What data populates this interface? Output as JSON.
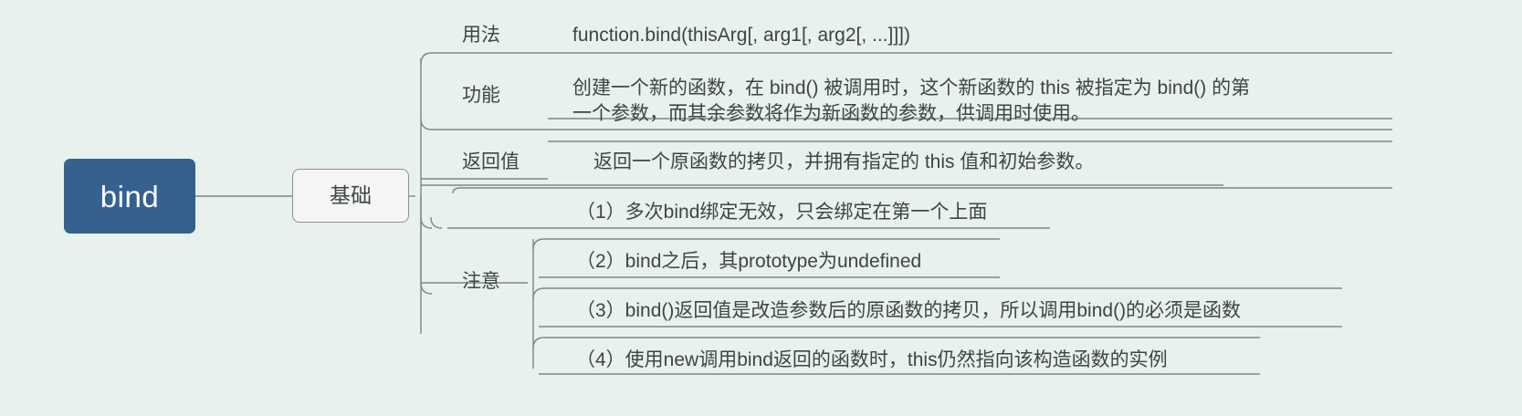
{
  "diagram": {
    "type": "mind-map",
    "background_color": "#e8f1ec",
    "root": {
      "label": "bind",
      "fill_color": "#35618f",
      "text_color": "#ffffff"
    },
    "branch": {
      "label": "基础",
      "fill_color": "#f5f5f4",
      "border_color": "#8b9194"
    },
    "topics": {
      "usage": "用法",
      "functionality": "功能",
      "return_value": "返回值",
      "notice": "注意"
    },
    "content": {
      "usage": "function.bind(thisArg[, arg1[, arg2[, ...]]])",
      "functionality_line1": "创建一个新的函数，在 bind() 被调用时，这个新函数的 this 被指定为 bind() 的第",
      "functionality_line2": "一个参数，而其余参数将作为新函数的参数，供调用时使用。",
      "return_value": "返回一个原函数的拷贝，并拥有指定的 this 值和初始参数。",
      "notices": [
        "（1）多次bind绑定无效，只会绑定在第一个上面",
        "（2）bind之后，其prototype为undefined",
        "（3）bind()返回值是改造参数后的原函数的拷贝，所以调用bind()的必须是函数",
        "（4）使用new调用bind返回的函数时，this仍然指向该构造函数的实例"
      ]
    },
    "line_color": "#7f878a"
  }
}
